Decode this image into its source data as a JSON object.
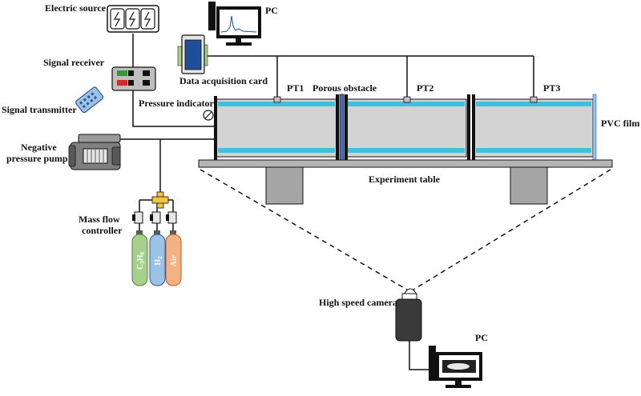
{
  "labels": {
    "electric_source": "Electric source",
    "pc_top": "PC",
    "signal_receiver": "Signal receiver",
    "data_acquisition_card": "Data acquisition card",
    "signal_transmitter": "Signal transmitter",
    "pressure_indicator": "Pressure indicator",
    "pt1": "PT1",
    "porous_obstacle": "Porous obstacle",
    "pt2": "PT2",
    "pt3": "PT3",
    "pvc_film": "PVC film",
    "negative_pump_line1": "Negative",
    "negative_pump_line2": "pressure pump",
    "experiment_table": "Experiment table",
    "mass_flow_line1": "Mass flow",
    "mass_flow_line2": "controller",
    "high_speed_camera": "High speed camera",
    "pc_bottom": "PC"
  },
  "gases": {
    "c3h8_base": "C",
    "c3h8_sub1": "3",
    "c3h8_mid": "H",
    "c3h8_sub2": "8",
    "h2_base": "H",
    "h2_sub": "2",
    "air": "Air"
  },
  "colors": {
    "tube_fill": "#d3d3d3",
    "water_band": "#3fc1dc",
    "cyl_green": "#a7d08c",
    "cyl_blue": "#9cc3e5",
    "cyl_peach": "#f4b183",
    "screen_blue": "#1f4e9a",
    "table_gray": "#b5b5b5"
  }
}
